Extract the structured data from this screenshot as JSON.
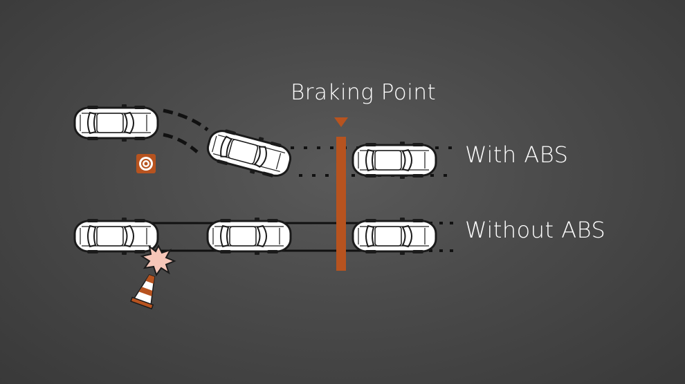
{
  "labels": {
    "braking_point": "Braking Point",
    "with_abs": "With ABS",
    "without_abs": "Without ABS"
  },
  "colors": {
    "accent": "#b7531f",
    "car_body": "#ffffff",
    "car_outline": "#1a1a1a",
    "skid_mark": "#111111",
    "impact_burst": "#f6c6b8",
    "text": "#ffffff"
  },
  "icons": {
    "target": "target-icon",
    "traffic_cone": "traffic-cone-icon",
    "impact": "impact-burst-icon"
  }
}
